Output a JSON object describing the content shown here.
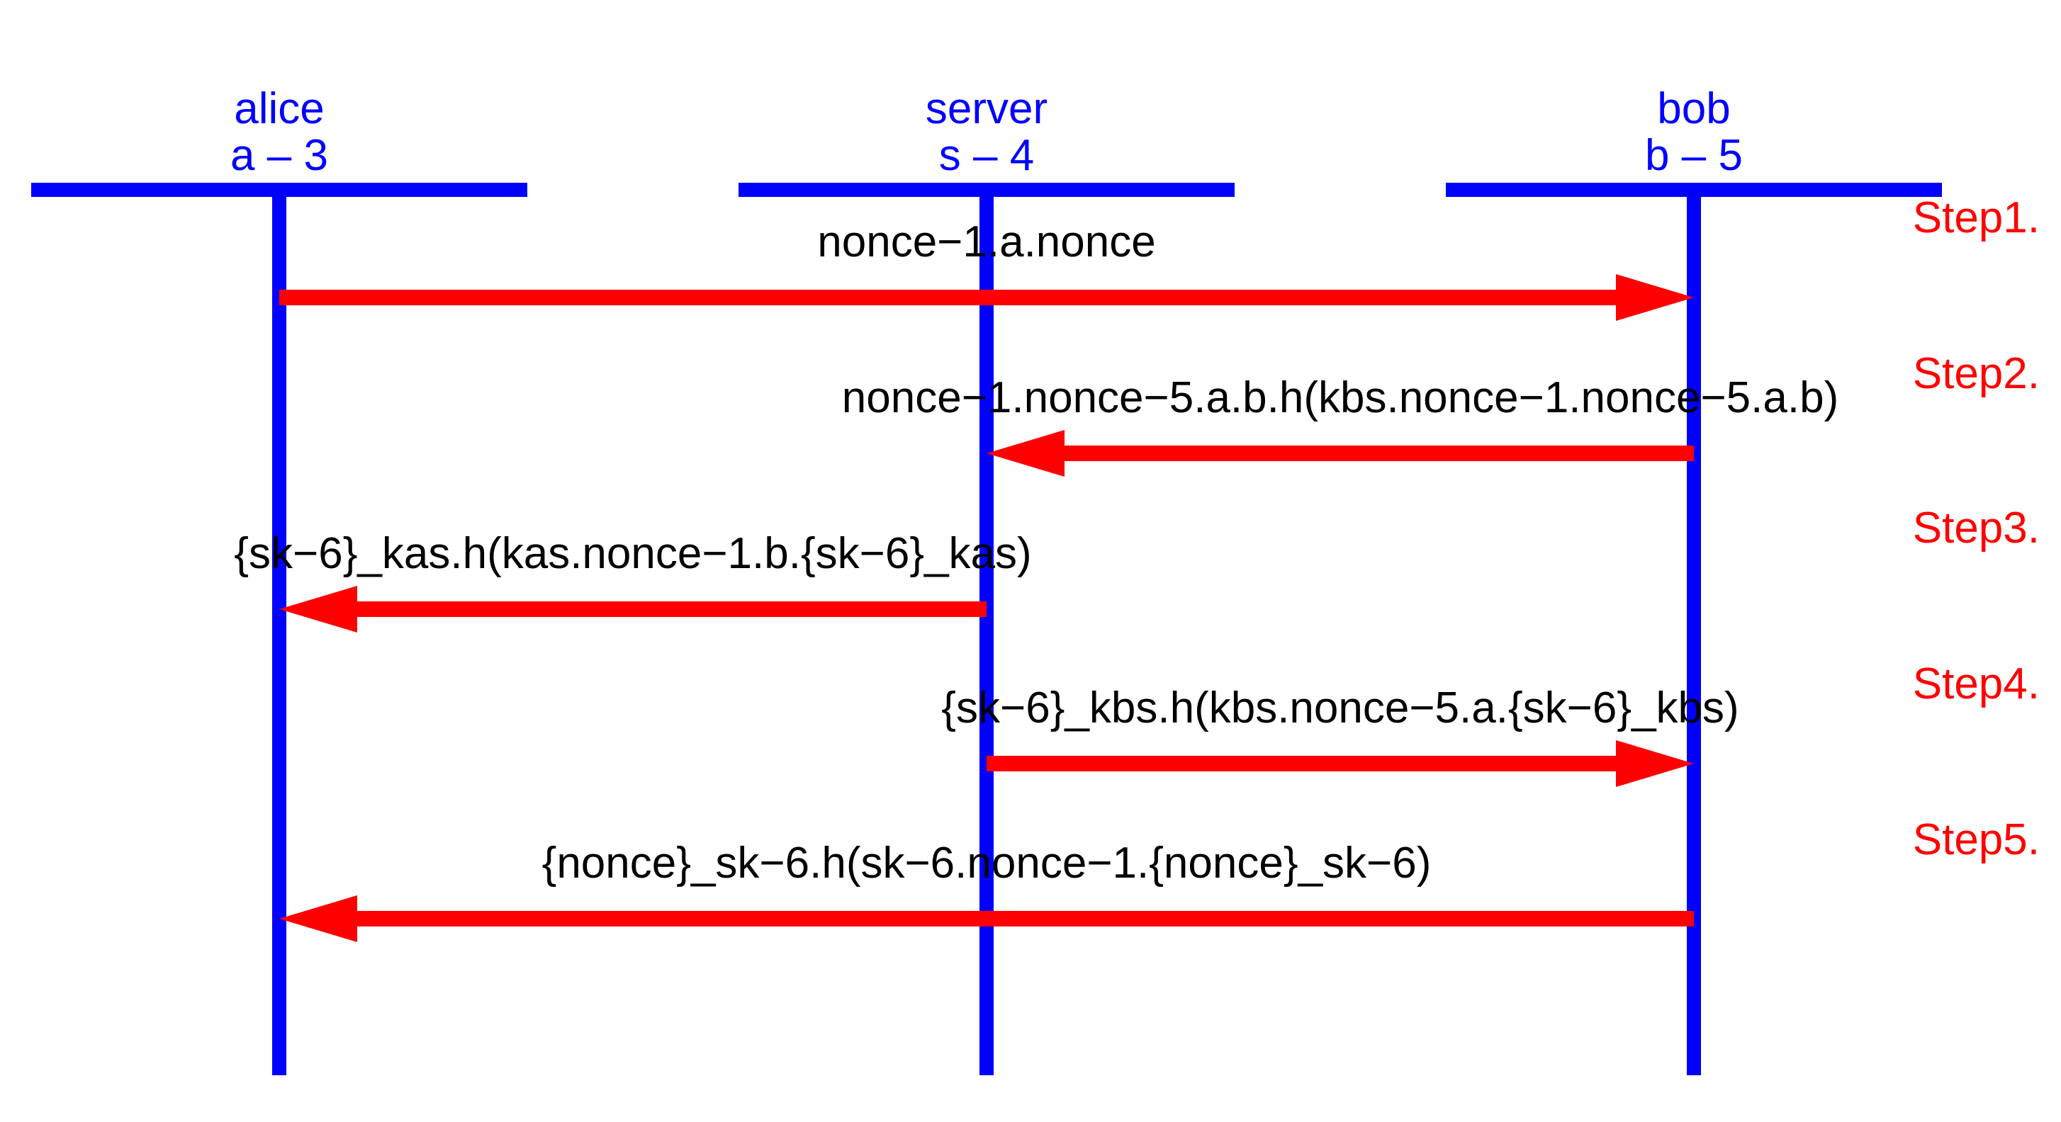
{
  "colors": {
    "actor": "#0000ff",
    "message": "#ff0000",
    "label": "#000000",
    "step": "#ff0000",
    "background": "#ffffff"
  },
  "actors": [
    {
      "name": "alice",
      "id": "a – 3"
    },
    {
      "name": "server",
      "id": "s – 4"
    },
    {
      "name": "bob",
      "id": "b – 5"
    }
  ],
  "messages": [
    {
      "step": "Step1.",
      "from": 0,
      "to": 2,
      "label": "nonce−1.a.nonce"
    },
    {
      "step": "Step2.",
      "from": 2,
      "to": 1,
      "label": "nonce−1.nonce−5.a.b.h(kbs.nonce−1.nonce−5.a.b)"
    },
    {
      "step": "Step3.",
      "from": 1,
      "to": 0,
      "label": "{sk−6}_kas.h(kas.nonce−1.b.{sk−6}_kas)"
    },
    {
      "step": "Step4.",
      "from": 1,
      "to": 2,
      "label": "{sk−6}_kbs.h(kbs.nonce−5.a.{sk−6}_kbs)"
    },
    {
      "step": "Step5.",
      "from": 2,
      "to": 0,
      "label": "{nonce}_sk−6.h(sk−6.nonce−1.{nonce}_sk−6)"
    }
  ]
}
